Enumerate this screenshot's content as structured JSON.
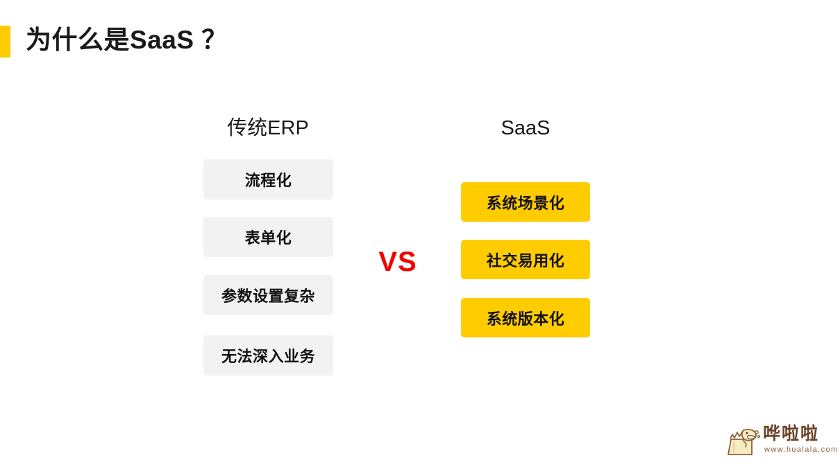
{
  "slide": {
    "title": "为什么是SaaS ？",
    "accent_color": "#FFCC00",
    "background_color": "#FFFFFF"
  },
  "comparison": {
    "vs_label": "VS",
    "vs_color": "#F20000",
    "left_column": {
      "header": "传统ERP",
      "box_color": "#F2F2F2",
      "items": [
        {
          "label": "流程化"
        },
        {
          "label": "表单化"
        },
        {
          "label": "参数设置复杂"
        },
        {
          "label": "无法深入业务"
        }
      ]
    },
    "right_column": {
      "header": "SaaS",
      "box_color": "#FFCC00",
      "items": [
        {
          "label": "系统场景化"
        },
        {
          "label": "社交易用化"
        },
        {
          "label": "系统版本化"
        }
      ]
    }
  },
  "logo": {
    "name": "哗啦啦",
    "url": "www.hualala.com",
    "icon": "hualala-mascot-icon",
    "text_color": "#6B4226"
  }
}
